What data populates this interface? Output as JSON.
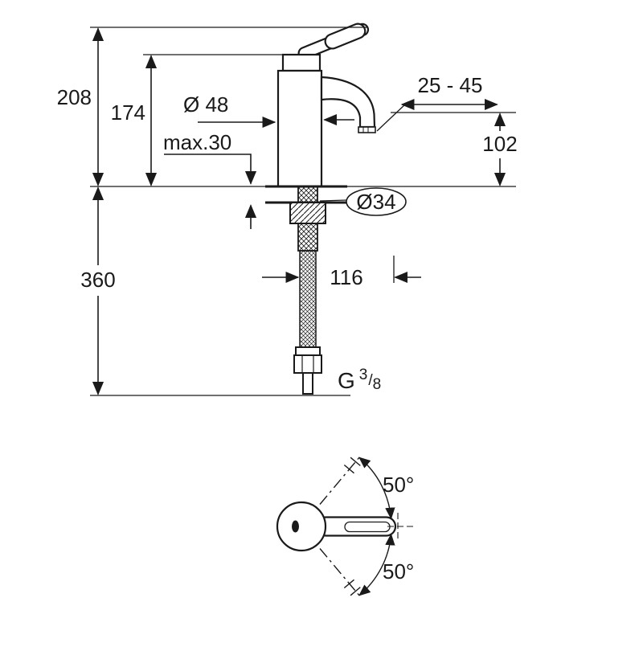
{
  "page": {
    "colors": {
      "line": "#1a1a1a",
      "background": "#ffffff"
    }
  },
  "side_view": {
    "labels": {
      "total_height": "208",
      "body_height": "174",
      "body_diameter": "Ø 48",
      "max_mounting_thickness": "max.30",
      "aerator_range": "25 - 45",
      "spout_height": "102",
      "hole_diameter": "Ø34",
      "spout_projection": "116",
      "hose_length": "360",
      "thread_prefix": "G",
      "thread_numerator": "3",
      "thread_slash": "/",
      "thread_denominator": "8"
    }
  },
  "top_view": {
    "labels": {
      "swing_up": "50°",
      "swing_down": "50°"
    }
  }
}
